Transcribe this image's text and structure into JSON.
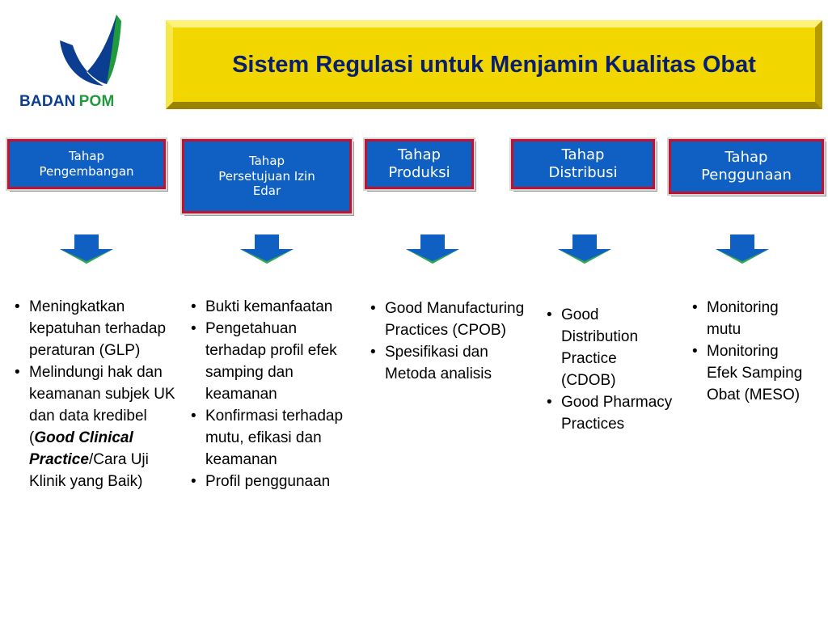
{
  "logo": {
    "word1": "BADAN",
    "word2": "POM",
    "icon": "badan-pom-emblem"
  },
  "title": "Sistem Regulasi untuk Menjamin Kualitas Obat",
  "stages": [
    {
      "label_lines": [
        "Tahap",
        "Pengembangan"
      ]
    },
    {
      "label_lines": [
        "Tahap",
        "Persetujuan Izin",
        "Edar"
      ]
    },
    {
      "label_lines": [
        "Tahap",
        "Produksi"
      ]
    },
    {
      "label_lines": [
        "Tahap",
        "Distribusi"
      ]
    },
    {
      "label_lines": [
        "Tahap",
        "Penggunaan"
      ]
    }
  ],
  "columns": [
    {
      "items": [
        "Meningkatkan kepatuhan terhadap peraturan (GLP)",
        "Melindungi hak dan keamanan subjek UK dan data kredibel (",
        "Good Clinical Practice",
        "/Cara Uji Klinik yang Baik)"
      ]
    },
    {
      "items": [
        "Bukti kemanfaatan",
        "Pengetahuan terhadap profil efek samping dan keamanan",
        "Konfirmasi terhadap mutu, efikasi dan keamanan",
        "Profil penggunaan"
      ]
    },
    {
      "items": [
        "Good Manufacturing Practices (CPOB)",
        "Spesifikasi dan Metoda analisis"
      ]
    },
    {
      "items": [
        "Good Distribution Practice (CDOB)",
        "Good Pharmacy Practices"
      ]
    },
    {
      "items": [
        "Monitoring mutu",
        "Monitoring Efek Samping Obat (MESO)"
      ]
    }
  ],
  "colors": {
    "title_bg": "#f2d600",
    "title_text": "#0a1e6e",
    "stage_bg": "#1060c4",
    "stage_border": "#c1122f",
    "arrow_fill": "#1060c4",
    "arrow_base": "#2fa84f"
  }
}
